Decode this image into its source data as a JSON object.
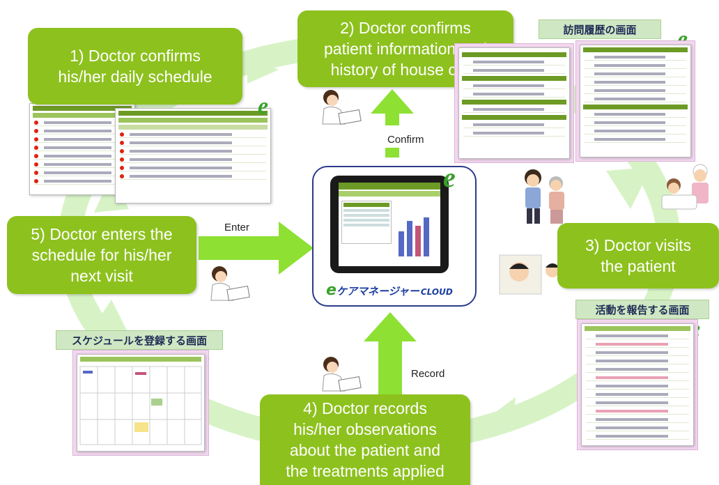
{
  "steps": {
    "step1": "1) Doctor confirms\nhis/her daily schedule",
    "step2": "2) Doctor confirms\npatient information and\nhistory of house calls",
    "step3": "3) Doctor visits\nthe patient",
    "step4": "4) Doctor records\nhis/her observations\nabout the patient and\nthe treatments applied",
    "step5": "5) Doctor enters the\nschedule for his/her\nnext visit"
  },
  "arrow_labels": {
    "confirm": "Confirm",
    "enter": "Enter",
    "record": "Record"
  },
  "screen_titles": {
    "visit_history": "訪問履歴の画面",
    "report_activity": "活動を報告する画面",
    "register_schedule": "スケジュールを登録する画面"
  },
  "brand": {
    "app_name": "ケアマネージャー",
    "cloud": "CLOUD",
    "logo_letter": "e"
  },
  "colors": {
    "step_green": "#8dc11e",
    "arrow_green": "#8ee033",
    "cycle_green": "#d7f3c6",
    "brand_blue": "#1d3fa0"
  }
}
